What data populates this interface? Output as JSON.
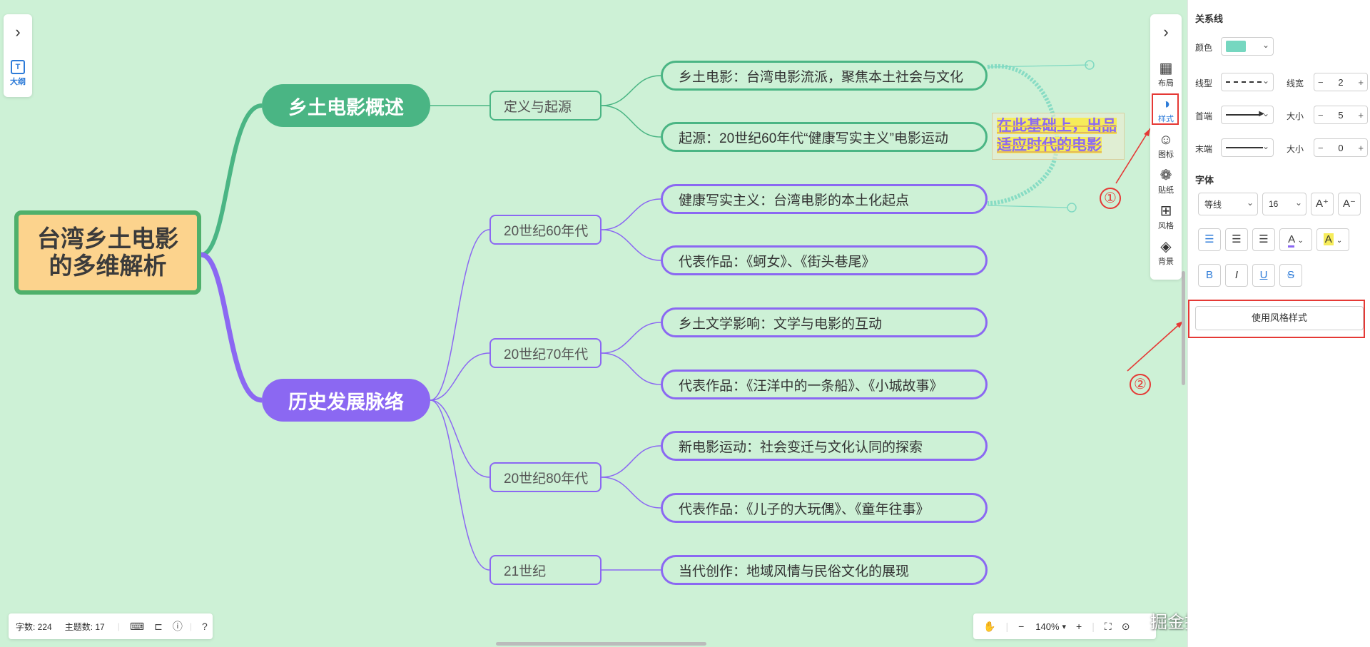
{
  "mindmap": {
    "root": "台湾乡土电影\n的多维解析",
    "branches": [
      "乡土电影概述",
      "历史发展脉络"
    ],
    "subs": [
      "定义与起源",
      "20世纪60年代",
      "20世纪70年代",
      "20世纪80年代",
      "21世纪"
    ],
    "leaves": [
      "乡土电影：台湾电影流派，聚焦本土社会与文化",
      "起源：20世纪60年代“健康写实主义”电影运动",
      "健康写实主义：台湾电影的本土化起点",
      "代表作品：《蚵女》、《街头巷尾》",
      "乡土文学影响：文学与电影的互动",
      "代表作品：《汪洋中的一条船》、《小城故事》",
      "新电影运动：社会变迁与文化认同的探索",
      "代表作品：《儿子的大玩偶》、《童年往事》",
      "当代创作：地域风情与民俗文化的展现"
    ],
    "callout": "在此基础上，出品适应时代的电影"
  },
  "left_tool": {
    "outline_label": "大纲",
    "outline_icon": "T"
  },
  "right_toolbar": {
    "items": [
      {
        "label": "布局",
        "icon": "layout-icon"
      },
      {
        "label": "样式",
        "icon": "palette-icon"
      },
      {
        "label": "图标",
        "icon": "smile-icon"
      },
      {
        "label": "贴纸",
        "icon": "sticker-icon"
      },
      {
        "label": "风格",
        "icon": "grid-icon"
      },
      {
        "label": "背景",
        "icon": "layers-icon"
      }
    ]
  },
  "annotations": [
    "①",
    "②"
  ],
  "status": {
    "word_count": "字数: 224",
    "topic_count": "主题数: 17"
  },
  "zoom": {
    "level": "140%"
  },
  "watermark": "掘金技术社区 @ 图形天下",
  "panel": {
    "relation_title": "关系线",
    "color_label": "颜色",
    "color_value": "#76d7c0",
    "line_type_label": "线型",
    "line_width_label": "线宽",
    "line_width_value": "2",
    "start_label": "首端",
    "end_label": "末端",
    "size_label": "大小",
    "start_size_value": "5",
    "end_size_value": "0",
    "font_title": "字体",
    "font_family": "等线",
    "font_size": "16",
    "use_style_button": "使用风格样式"
  },
  "colors": {
    "green": "#4ab584",
    "purple": "#8b68f2",
    "root_fill": "#fcd38d",
    "canvas": "#cdf1d6",
    "accent": "#2d7bd8",
    "annotation_red": "#e53935"
  }
}
